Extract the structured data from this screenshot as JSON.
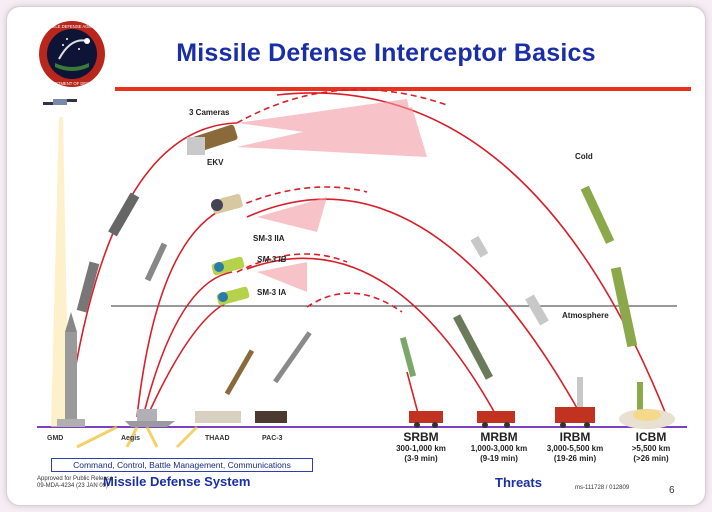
{
  "title": "Missile Defense Interceptor Basics",
  "seal": {
    "top_text": "MISSILE DEFENSE AGENCY",
    "bottom_text": "DEPARTMENT OF DEFENSE"
  },
  "labels": {
    "cameras": "3 Cameras",
    "ekv": "EKV",
    "sm3_iia": "SM-3 IIA",
    "sm3_ib": "SM-3 IB",
    "sm3_ia": "SM-3 IA",
    "cold": "Cold",
    "atmosphere": "Atmosphere"
  },
  "systems": [
    {
      "name": "GMD"
    },
    {
      "name": "Aegis"
    },
    {
      "name": "THAAD"
    },
    {
      "name": "PAC-3"
    }
  ],
  "threats": [
    {
      "name": "SRBM",
      "range": "300-1,000 km",
      "time": "(3-9 min)"
    },
    {
      "name": "MRBM",
      "range": "1,000-3,000 km",
      "time": "(9-19 min)"
    },
    {
      "name": "IRBM",
      "range": "3,000-5,500 km",
      "time": "(19-26 min)"
    },
    {
      "name": "ICBM",
      "range": ">5,500 km",
      "time": "(>26 min)"
    }
  ],
  "footer": {
    "c2bmc": "Command, Control, Battle Management, Communications",
    "missile_defense_system": "Missile Defense System",
    "threats_heading": "Threats",
    "release_line1": "Approved for Public Release",
    "release_line2": "09-MDA-4234 (23 JAN 09)",
    "doc_id": "ms-111728 / 012809",
    "page": "6"
  },
  "colors": {
    "title_blue": "#1a2ea8",
    "accent_red": "#e8321e",
    "arc_red": "#d8202a",
    "ground_purple": "#7b3fc8"
  }
}
